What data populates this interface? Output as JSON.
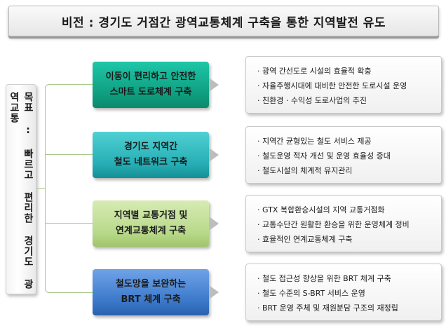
{
  "vision": "비전 : 경기도 거점간 광역교통체계 구축을 통한 지역발전 유도",
  "goal": "목표 : 빠르고 편리한 경기도 광역교통",
  "strategies": [
    {
      "line1": "이동이 편리하고 안전한",
      "line2": "스마트 도로체계 구축",
      "details": [
        "광역 간선도로 시설의 효율적 확충",
        "자율주행시대에 대비한 안전한 도로시설 운영",
        "친환경 · 수익성 도로사업의 추진"
      ]
    },
    {
      "line1": "경기도 지역간",
      "line2": "철도 네트워크 구축",
      "details": [
        "지역간 균형있는 철도 서비스 제공",
        "철도운영 적자 개선 및 운영 효율성 증대",
        "철도시설의 체계적 유지관리"
      ]
    },
    {
      "line1": "지역별 교통거점 및",
      "line2": "연계교통체계 구축",
      "details": [
        "GTX 복합환승시설의 지역 교통거점화",
        "교통수단간 원활한 환승을 위한 운영체계 정비",
        "효율적인 연계교통체계 구축"
      ]
    },
    {
      "line1": "철도망을 보완하는",
      "line2": "BRT 체계 구축",
      "details": [
        "철도 접근성 향상을 위한 BRT 체계 구축",
        "철도 수준의 S-BRT 서비스 운영",
        "BRT 운영 주체 및 재원분담 구조의 재정립"
      ]
    }
  ]
}
